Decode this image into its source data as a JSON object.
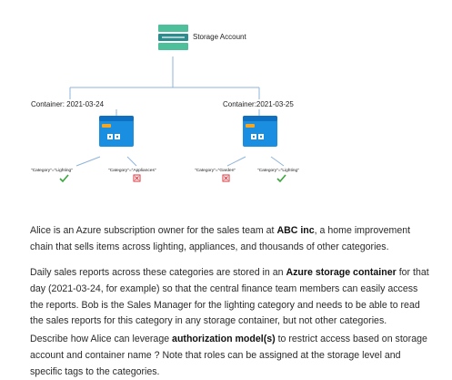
{
  "diagram": {
    "storage_account": {
      "label": "Storage Account",
      "icon": "storage-account-icon"
    },
    "containers": [
      {
        "label": "Container: 2021-03-24",
        "icon": "container-icon",
        "tags": [
          {
            "text": "\"Category\"=\"Lighting\"",
            "status": "allowed",
            "icon": "check-icon"
          },
          {
            "text": "\"Category\"=\"Appliances\"",
            "status": "denied",
            "icon": "x-box-icon"
          }
        ]
      },
      {
        "label": "Container:2021-03-25",
        "icon": "container-icon",
        "tags": [
          {
            "text": "\"Category\"=\"Garden\"",
            "status": "denied",
            "icon": "x-box-icon"
          },
          {
            "text": "\"Category\"=\"Lighting\"",
            "status": "allowed",
            "icon": "check-icon"
          }
        ]
      }
    ],
    "colors": {
      "connector": "#8fb3d9",
      "container_blue": "#1a8ee0",
      "container_dark": "#0f6fc0",
      "storage_green": "#4dbf9a",
      "storage_teal": "#2a8c8c",
      "check_green": "#3aa53a",
      "deny_red": "#d9363e"
    }
  },
  "paragraphs": [
    [
      {
        "t": "Alice is an Azure subscription owner for the sales team at "
      },
      {
        "t": "ABC inc",
        "b": true
      },
      {
        "t": ", a home improvement chain that sells items across lighting, appliances, and thousands of other categories."
      }
    ],
    [
      {
        "t": "Daily sales reports across these categories are stored in an "
      },
      {
        "t": "Azure storage container",
        "b": true
      },
      {
        "t": " for that day (2021-03-24, for example) so that the central finance team members can easily access the reports. Bob is the Sales Manager for the lighting category and needs to be able to read the sales reports for this category in any storage container, but not other categories."
      }
    ],
    [
      {
        "t": "Describe how Alice can leverage "
      },
      {
        "t": "authorization model(s)",
        "b": true
      },
      {
        "t": " to restrict access based on storage account and container name ? Note that roles can be assigned at the storage level and specific tags to the categories."
      }
    ]
  ]
}
